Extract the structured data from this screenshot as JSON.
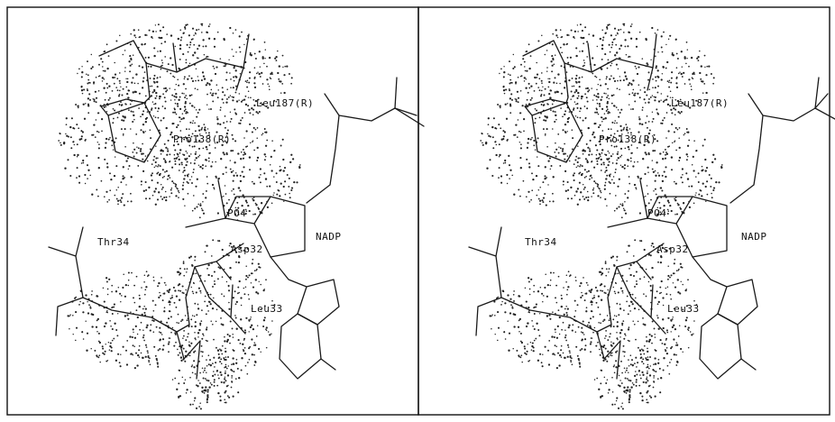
{
  "figure": {
    "panels": [
      {
        "id": "left",
        "labels": {
          "leu87": "Leu187(R)",
          "pro": "Pro138(R)",
          "po4": "PO4",
          "nadp": "NADP",
          "thr": "Thr34",
          "asp": "Asp32",
          "leu33": "Leu33"
        }
      },
      {
        "id": "right",
        "labels": {
          "leu87": "Leu187(R)",
          "pro": "Pro138(R)",
          "po4": "PO4",
          "nadp": "NADP",
          "thr": "Thr34",
          "asp": "Asp32",
          "leu33": "Leu33"
        }
      }
    ]
  }
}
